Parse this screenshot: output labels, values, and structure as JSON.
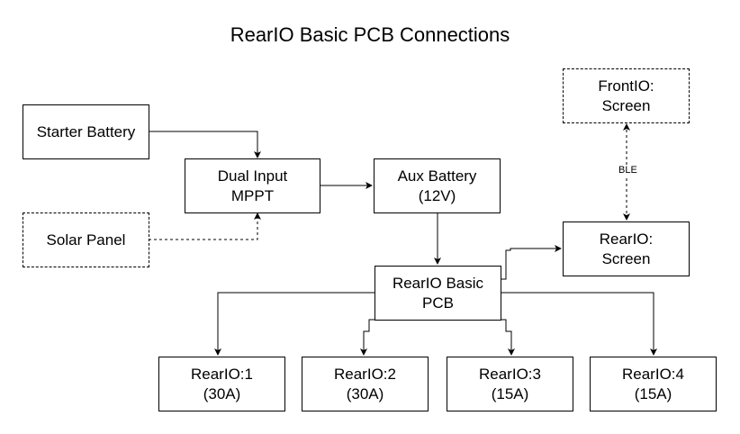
{
  "title": "RearIO Basic PCB Connections",
  "nodes": {
    "starter_battery": {
      "lines": [
        "Starter Battery"
      ]
    },
    "solar_panel": {
      "lines": [
        "Solar Panel"
      ]
    },
    "dual_input_mppt": {
      "lines": [
        "Dual Input",
        "MPPT"
      ]
    },
    "aux_battery": {
      "lines": [
        "Aux Battery",
        "(12V)"
      ]
    },
    "frontio_screen": {
      "lines": [
        "FrontIO:",
        "Screen"
      ]
    },
    "reario_screen": {
      "lines": [
        "RearIO:",
        "Screen"
      ]
    },
    "reario_basic_pcb": {
      "lines": [
        "RearIO Basic",
        "PCB"
      ]
    },
    "reario_1": {
      "lines": [
        "RearIO:1",
        "(30A)"
      ]
    },
    "reario_2": {
      "lines": [
        "RearIO:2",
        "(30A)"
      ]
    },
    "reario_3": {
      "lines": [
        "RearIO:3",
        "(15A)"
      ]
    },
    "reario_4": {
      "lines": [
        "RearIO:4",
        "(15A)"
      ]
    }
  },
  "edges": {
    "ble_label": "BLE"
  },
  "colors": {
    "stroke": "#000000",
    "background": "#ffffff"
  }
}
